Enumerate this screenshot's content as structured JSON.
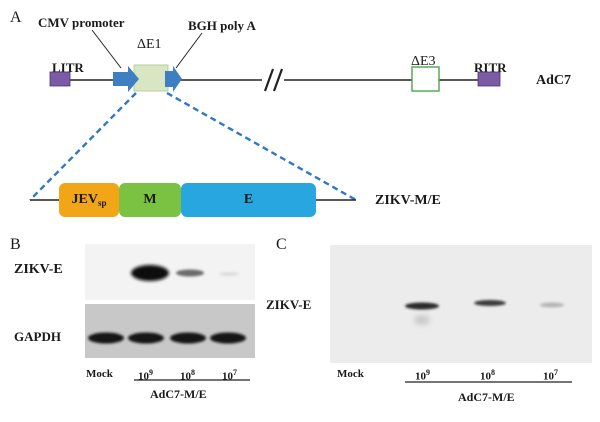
{
  "panel_a": {
    "letter": "A",
    "cmv_promoter": "CMV promoter",
    "bgh_poly_a": "BGH poly A",
    "delta_e1": "ΔE1",
    "delta_e3": "ΔE3",
    "litr": "LITR",
    "ritr": "RITR",
    "vector_name": "AdC7",
    "insert_name": "ZIKV-M/E",
    "jev_main": "JEV",
    "jev_sub": "sp",
    "m_label": "M",
    "e_label": "E",
    "colors": {
      "itr_box": "#7b5aa6",
      "promoter_arrow": "#3d7fc1",
      "e1_box": "#d8e6c3",
      "e3_border": "#4aa64a",
      "dashed_line": "#2e78c8",
      "jev": "#f2a516",
      "m": "#7cc242",
      "e": "#27a6df"
    }
  },
  "panel_b": {
    "letter": "B",
    "row_labels": [
      "ZIKV-E",
      "GAPDH"
    ],
    "lane_labels": [
      "Mock",
      "10",
      "10",
      "10"
    ],
    "lane_exponents": [
      "",
      "9",
      "8",
      "7"
    ],
    "group_label": "AdC7-M/E"
  },
  "panel_c": {
    "letter": "C",
    "row_label": "ZIKV-E",
    "lane_labels": [
      "Mock",
      "10",
      "10",
      "10"
    ],
    "lane_exponents": [
      "",
      "9",
      "8",
      "7"
    ],
    "group_label": "AdC7-M/E"
  }
}
